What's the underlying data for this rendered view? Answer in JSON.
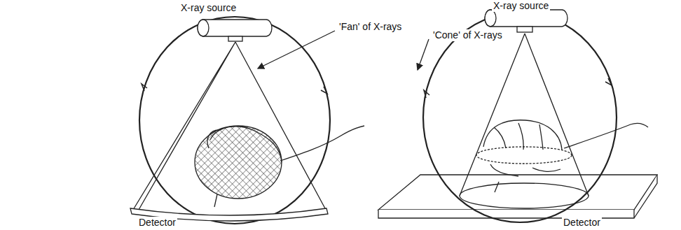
{
  "diagram": {
    "labels": [
      "X-ray source",
      "'Fan' of X-rays",
      "Detector",
      "X-ray source",
      "'Cone' of X-rays",
      "Detector"
    ]
  }
}
